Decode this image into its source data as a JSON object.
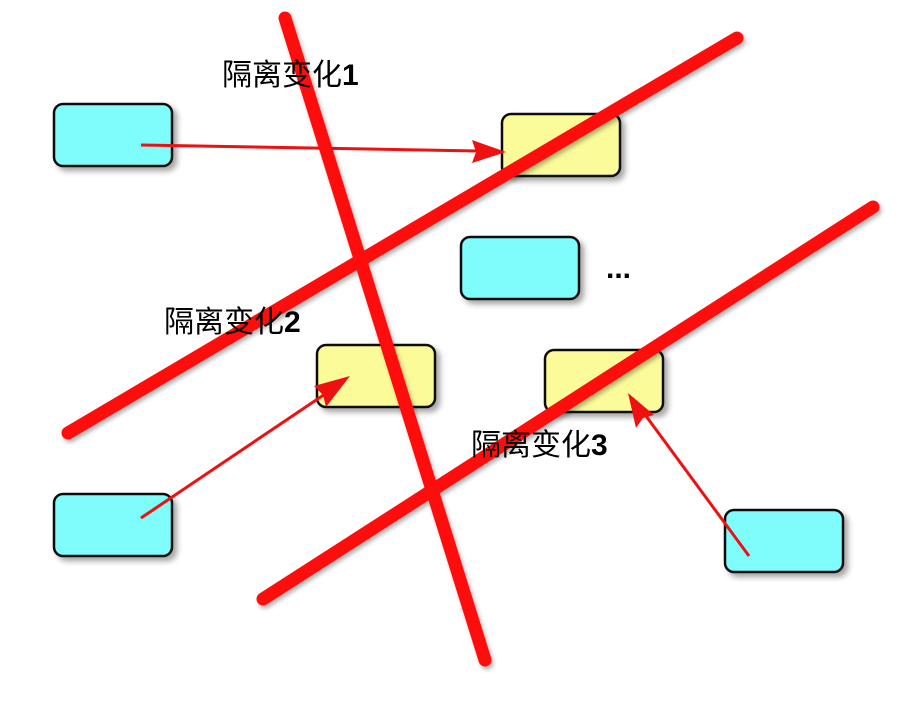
{
  "labels": {
    "isolation_1": {
      "text": "隔离变化",
      "number": "1"
    },
    "isolation_2": {
      "text": "隔离变化",
      "number": "2"
    },
    "isolation_3": {
      "text": "隔离变化",
      "number": "3"
    }
  },
  "ellipsis": "...",
  "colors": {
    "cyan_box": "#7ffcfc",
    "yellow_box": "#fbfb9a",
    "box_border": "#111111",
    "barrier": "#ff1010",
    "arrow": "#ee1111"
  }
}
